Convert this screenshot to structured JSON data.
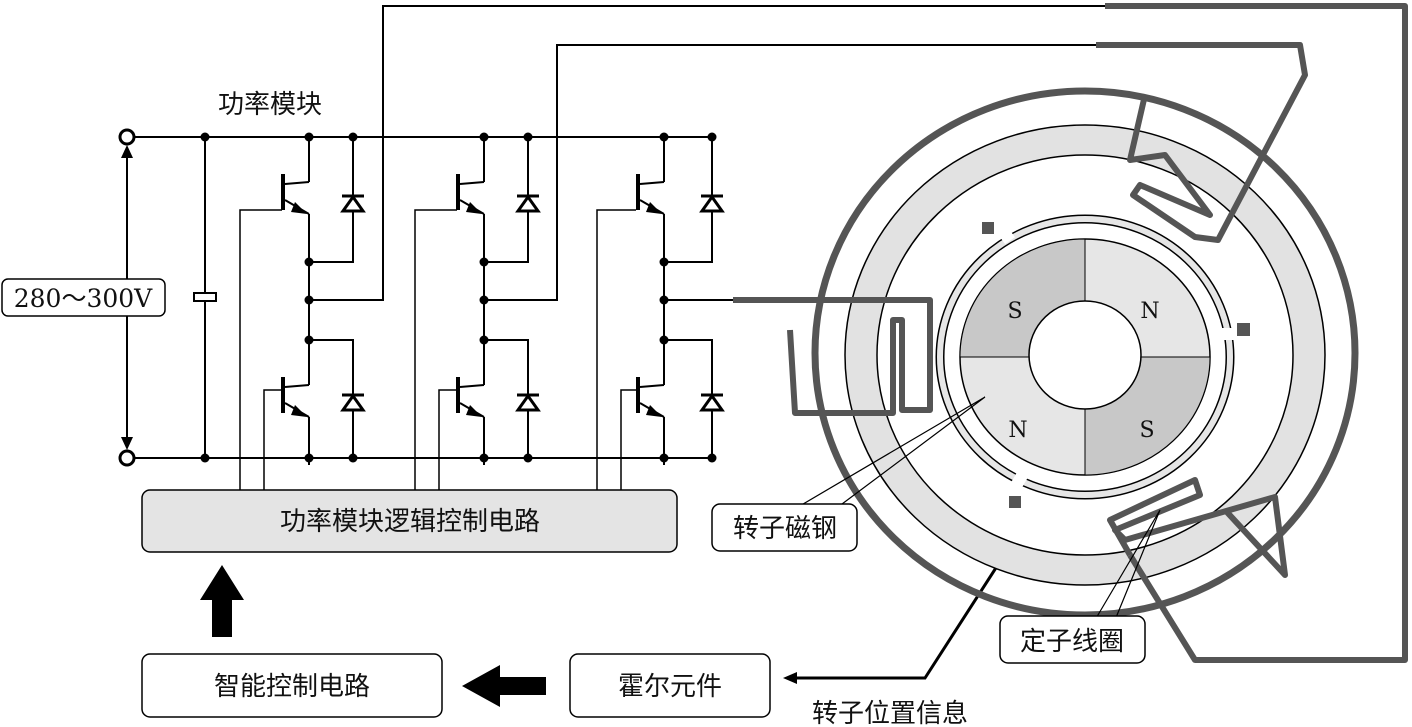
{
  "title": "功率模块",
  "voltage_label": "280～300V",
  "blocks": {
    "logic": "功率模块逻辑控制电路",
    "smart": "智能控制电路",
    "hall": "霍尔元件"
  },
  "callouts": {
    "rotor_magnet": "转子磁钢",
    "stator_coil": "定子线圈",
    "rotor_position": "转子位置信息"
  },
  "poles": [
    "S",
    "N",
    "N",
    "S"
  ],
  "colors": {
    "wire": "#000000",
    "coil": "#555555",
    "stator": "#e2e2e2",
    "pole_dark": "#c8c8c8",
    "pole_light": "#e6e6e6",
    "block_fill": "#e4e4e4"
  }
}
